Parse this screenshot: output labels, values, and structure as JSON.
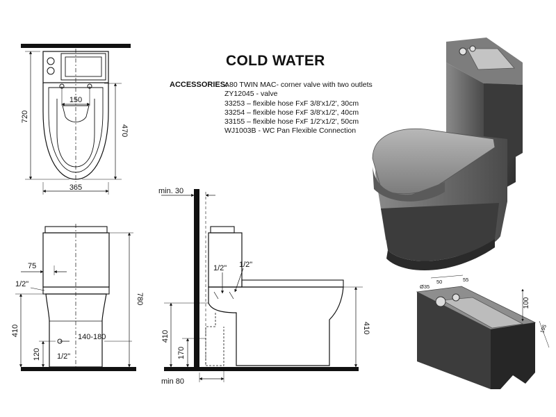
{
  "heading": "COLD WATER",
  "accessories": {
    "label": "ACCESSORIES:",
    "items": [
      "A80 TWIN MAC- corner valve with two outlets",
      "ZY12045 - valve",
      "33253 – flexible hose FxF 3/8'x1/2', 30cm",
      "33254 – flexible hose FxF 3/8'x1/2', 40cm",
      "33155 – flexible hose FxF 1/2'x1/2', 50cm",
      "WJ1003B - WC Pan Flexible Connection"
    ]
  },
  "dimensions": {
    "top_height": "720",
    "top_width": "365",
    "top_inlet_spacing": "150",
    "top_seat_depth": "470",
    "front_offset": "75",
    "front_valve": "1/2\"",
    "front_height": "780",
    "front_seat_height": "410",
    "front_drain_range": "140-180",
    "front_inlet_height": "120",
    "front_inlet_label": "1/2\"",
    "side_wall_gap": "min. 30",
    "side_valve_left": "1/2\"",
    "side_valve_right": "1/2\"",
    "side_seat_height_left": "410",
    "side_outlet_height": "170",
    "side_floor_offset": "min 80",
    "side_seat_height_right": "410",
    "tank_hole": "Ø35",
    "tank_dim_a": "50",
    "tank_dim_b": "55",
    "tank_dim_c": "100",
    "tank_dim_d": "195"
  }
}
